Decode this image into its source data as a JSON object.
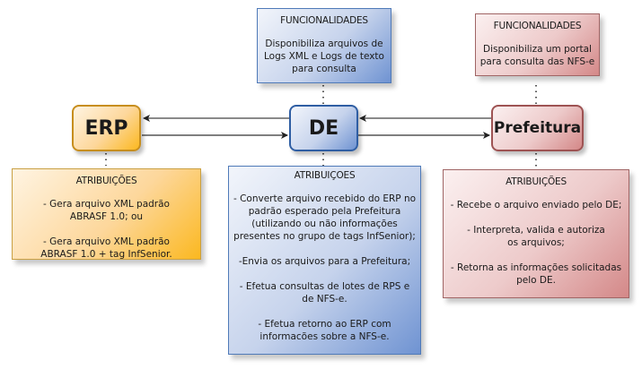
{
  "nodes": {
    "erp": {
      "label": "ERP",
      "color": "#fbb820"
    },
    "de": {
      "label": "DE",
      "color": "#4f7ab8"
    },
    "prefeitura": {
      "label": "Prefeitura",
      "color": "#c98080"
    }
  },
  "de_functions": {
    "header": "FUNCIONALIDADES",
    "text": "Disponibiliza arquivos de Logs XML e Logs de texto para consulta"
  },
  "prefeitura_functions": {
    "header": "FUNCIONALIDADES",
    "text": "Disponibiliza um portal para consulta das NFS-e"
  },
  "erp_attributions": {
    "header": "ATRIBUIÇÕES",
    "items": [
      "- Gera arquivo XML padrão ABRASF 1.0; ou",
      "- Gera arquivo XML padrão ABRASF 1.0 + tag InfSenior."
    ]
  },
  "de_attributions": {
    "header": "ATRIBUIÇOES",
    "items": [
      "- Converte arquivo recebido do ERP no padrão esperado pela Prefeitura (utilizando ou não informações presentes no grupo de tags InfSenior);",
      "-Envia os arquivos para a Prefeitura;",
      "- Efetua consultas de lotes  de RPS e de NFS-e.",
      "- Efetua retorno ao ERP com informacões sobre a NFS-e."
    ]
  },
  "prefeitura_attributions": {
    "header": "ATRIBUIÇÕES",
    "items": [
      "- Recebe o arquivo enviado pelo DE;",
      "- Interpreta, valida e autoriza os arquivos;",
      "- Retorna  as informações solicitadas pelo DE."
    ]
  }
}
